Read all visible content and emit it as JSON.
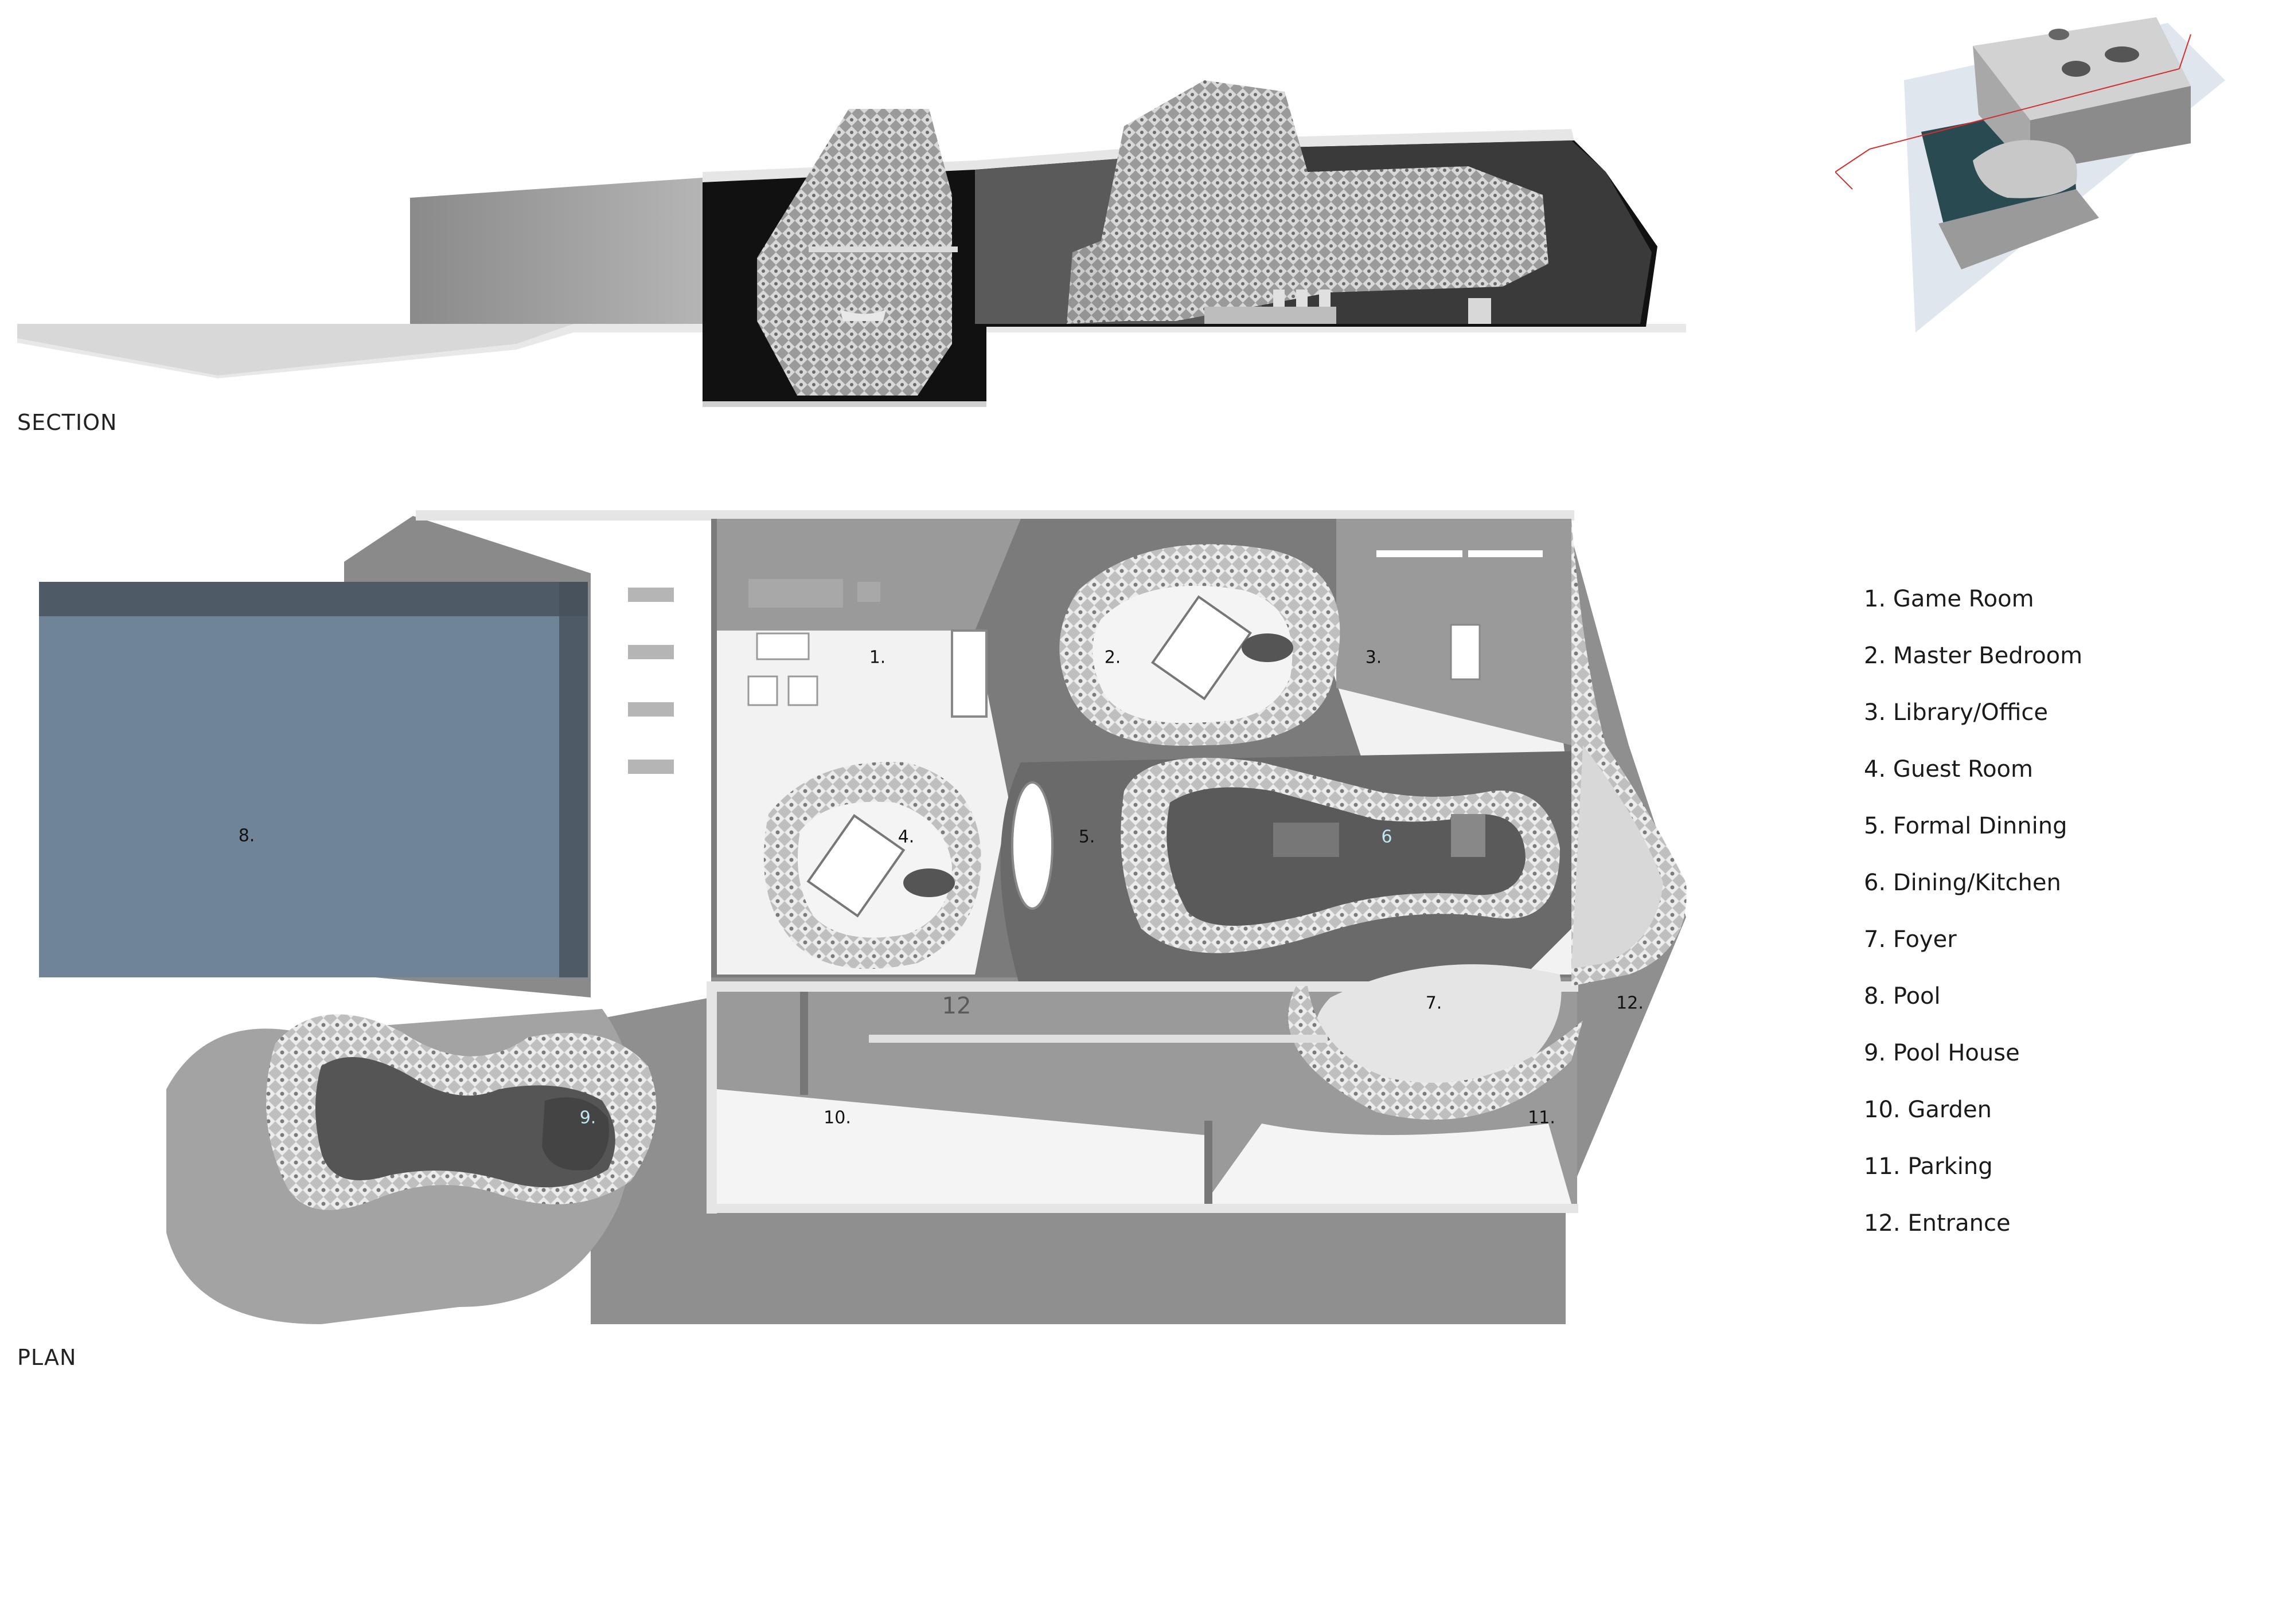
{
  "section_label": "SECTION",
  "plan_label": "PLAN",
  "legend": [
    {
      "label": "1. Game Room"
    },
    {
      "label": "2. Master Bedroom"
    },
    {
      "label": "3. Library/Office"
    },
    {
      "label": "4. Guest Room"
    },
    {
      "label": "5. Formal Dinning"
    },
    {
      "label": "6. Dining/Kitchen"
    },
    {
      "label": "7. Foyer"
    },
    {
      "label": "8. Pool"
    },
    {
      "label": "9. Pool House"
    },
    {
      "label": "10. Garden"
    },
    {
      "label": "11. Parking"
    },
    {
      "label": "12. Entrance"
    }
  ],
  "plan_labels": {
    "game_room": "1.",
    "master_bedroom": "2.",
    "library": "3.",
    "guest_room": "4.",
    "formal_dining": "5.",
    "dining_kitchen": "6",
    "foyer": "7.",
    "pool": "8.",
    "pool_house": "9.",
    "garden": "10.",
    "parking": "11.",
    "entrance": "12.",
    "entrance_faint": "12"
  },
  "colors": {
    "pool": "#6f8597",
    "pool_dark": "#46505a",
    "shadow": "#8a8a8a",
    "wall": "#e9e9e9",
    "shell": "#cfcfcf",
    "label_light": "#bfe6f2"
  },
  "icons": [
    "sofa-icon",
    "bed-icon",
    "pool-table-icon",
    "dining-table-icon",
    "desk-icon"
  ]
}
